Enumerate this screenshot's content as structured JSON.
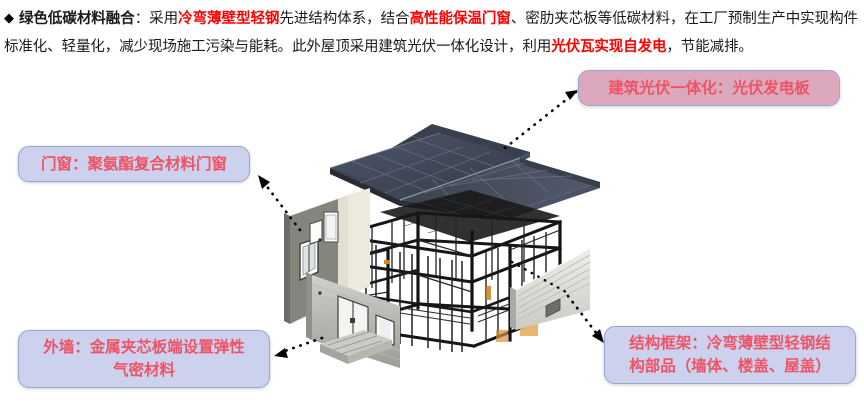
{
  "header": {
    "bullet_glyph": "◆",
    "title": "绿色低碳材料融合",
    "colon": "：",
    "segments": [
      {
        "text": "采用",
        "style": "plain"
      },
      {
        "text": "冷弯薄壁型轻钢",
        "style": "red"
      },
      {
        "text": "先进结构体系，结合",
        "style": "plain"
      },
      {
        "text": "高性能保温门窗",
        "style": "red"
      },
      {
        "text": "、密肋夹芯板等低碳材料，在工厂预制生产中实现构件标准化、轻量化，减少现场施工污染与能耗。此外屋顶采用建筑光伏一体化设计，利用",
        "style": "plain"
      },
      {
        "text": "光伏瓦实现自发电",
        "style": "red"
      },
      {
        "text": "，节能减排。",
        "style": "plain"
      }
    ]
  },
  "callouts": {
    "pv": {
      "label": "建筑光伏一体化：光伏发电板",
      "bg": "#dba8bd",
      "text_color": "#ef5366",
      "border_color": "#9aa7cc"
    },
    "door_window": {
      "label": "门窗：聚氨酯复合材料门窗",
      "bg": "#ccd2ee",
      "text_color": "#ef5366",
      "border_color": "#9aa7cc"
    },
    "exterior_wall": {
      "line1": "外墙：金属夹芯板端设置弹性",
      "line2": "气密材料",
      "bg": "#ccd2ee",
      "text_color": "#ef5366",
      "border_color": "#9aa7cc"
    },
    "structural_frame": {
      "line1": "结构框架：冷弯薄壁型轻钢结",
      "line2": "构部品（墙体、楼盖、屋盖）",
      "bg": "#ccd2ee",
      "text_color": "#ef5366",
      "border_color": "#9aa7cc"
    }
  },
  "illustration": {
    "name": "exploded-axonometric-building-diagram",
    "colors": {
      "solar_roof_dark": "#3a4150",
      "solar_roof_mid": "#454d5e",
      "solar_roof_light": "#565f72",
      "steel_frame": "#1c1c1c",
      "wall_panel_light": "#d8d9d4",
      "wall_panel_mid": "#a9aaa4",
      "wall_panel_dark": "#7c7e77",
      "connector_line": "#000000"
    },
    "parts": [
      "photovoltaic-hip-roof",
      "light-steel-frame-structure",
      "left-wall-panel-with-windows",
      "front-wall-panel-with-doors",
      "entry-steps",
      "right-wall-panel"
    ]
  }
}
